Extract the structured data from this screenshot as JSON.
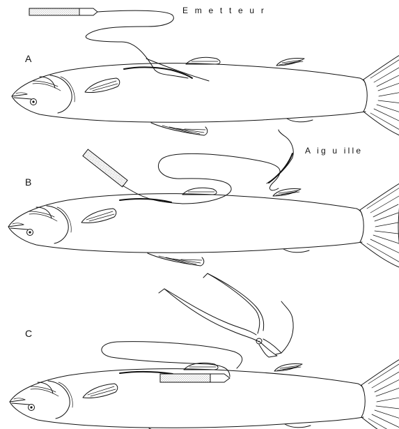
{
  "labels": {
    "transmitter": "E m e t t e u r",
    "needle": "A ig u ille",
    "panel_a": "A",
    "panel_b": "B",
    "panel_c": "C"
  },
  "colors": {
    "ink": "#111111",
    "stipple": "#9a9a9a",
    "background": "#ffffff"
  }
}
